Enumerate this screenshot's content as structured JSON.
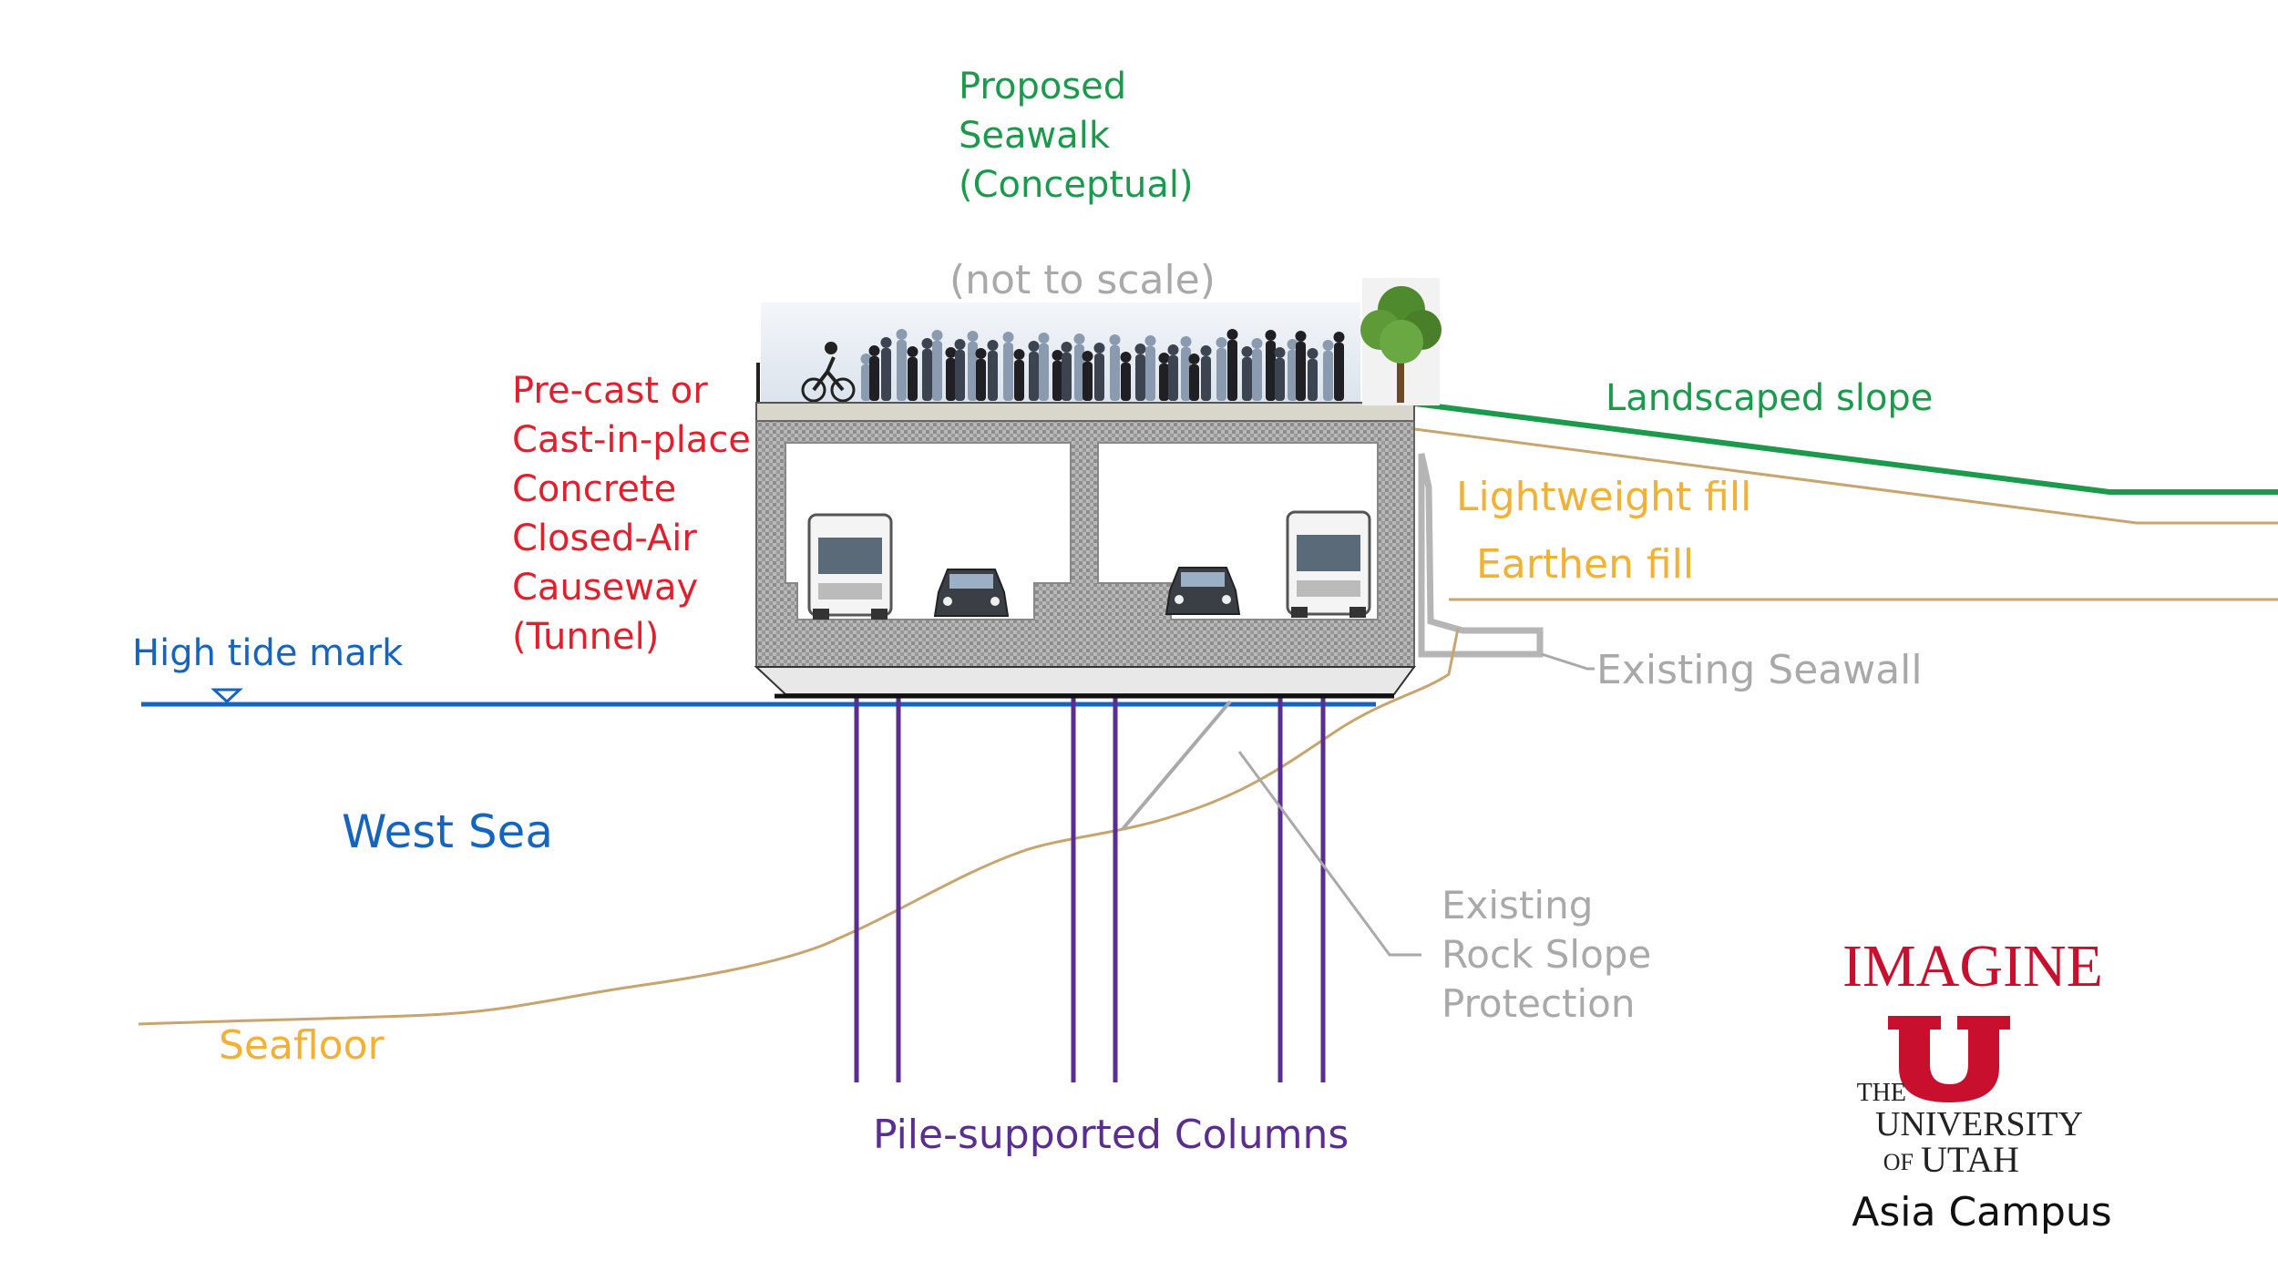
{
  "title": {
    "line1": "Proposed",
    "line2": "Seawalk",
    "line3": "(Conceptual)",
    "scale_note": "(not to scale)"
  },
  "labels": {
    "causeway": [
      "Pre-cast or",
      "Cast-in-place",
      "Concrete",
      "Closed-Air",
      "Causeway",
      "(Tunnel)"
    ],
    "high_tide": "High tide mark",
    "west_sea": "West Sea",
    "seafloor": "Seafloor",
    "landscaped_slope": "Landscaped slope",
    "lightweight_fill": "Lightweight fill",
    "earthen_fill": "Earthen fill",
    "existing_seawall": "Existing Seawall",
    "rock_slope": [
      "Existing",
      "Rock Slope",
      "Protection"
    ],
    "piles": "Pile-supported Columns"
  },
  "logo": {
    "imagine": "IMAGINE",
    "the": "THE",
    "university": "UNIVERSITY",
    "of": "OF",
    "utah": "UTAH",
    "campus": "Asia Campus"
  },
  "colors": {
    "green": "#1a9a4a",
    "red": "#e0202c",
    "blue": "#1565c0",
    "gold": "#f2b134",
    "gray": "#a9a9a9",
    "purple": "#5a2d91",
    "tan": "#c8a46e",
    "utah_red": "#c8102e"
  }
}
